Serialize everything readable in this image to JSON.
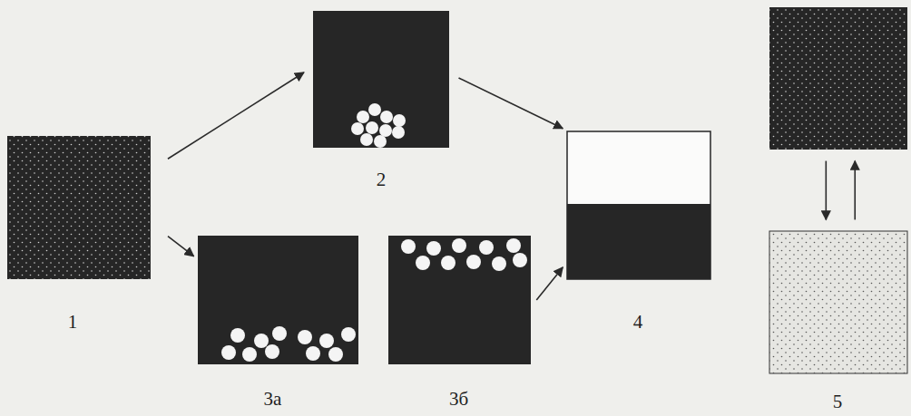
{
  "diagram": {
    "nodes": [
      {
        "text": [
          "1"
        ]
      },
      {
        "text": [
          "2"
        ]
      },
      {
        "text": [
          "3а"
        ]
      },
      {
        "text": [
          "3б"
        ]
      },
      {
        "text": [
          "4"
        ]
      },
      {
        "text": []
      },
      {
        "text": [
          "5"
        ]
      }
    ],
    "edges": [
      {
        "from": 0,
        "to": 1,
        "arrow": "to"
      },
      {
        "from": 1,
        "to": 4,
        "arrow": "to"
      },
      {
        "from": 0,
        "to": 2,
        "arrow": "to"
      },
      {
        "from": 3,
        "to": 4,
        "arrow": "to"
      },
      {
        "from": 5,
        "to": 6,
        "arrow": "to"
      },
      {
        "from": 6,
        "to": 5,
        "arrow": "to"
      }
    ]
  }
}
